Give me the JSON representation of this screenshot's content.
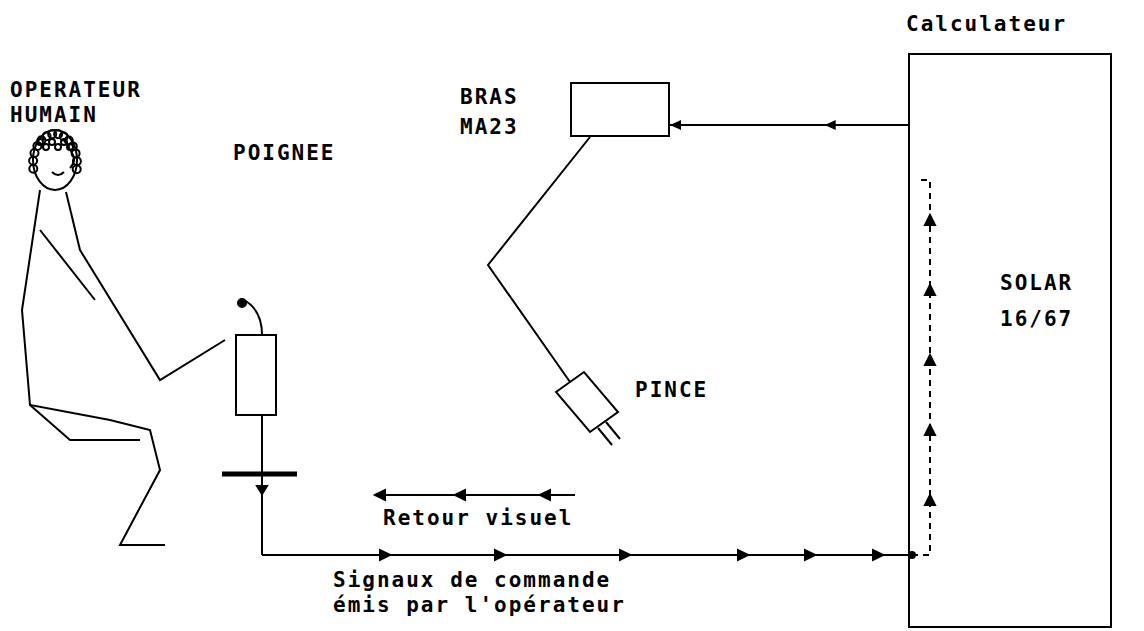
{
  "diagram": {
    "nodes": [
      {
        "text": [
          "Calculateur",
          "SOLAR 16/67"
        ]
      },
      {
        "text": [
          "BRAS MA23"
        ]
      }
    ],
    "edges": [
      {
        "from": 0,
        "to": 1,
        "arrow": "to"
      }
    ],
    "labels": [
      "OPERATEUR HUMAIN",
      "POIGNEE",
      "PINCE",
      "Retour visuel",
      "Signaux de commande émis par l'opérateur"
    ]
  }
}
